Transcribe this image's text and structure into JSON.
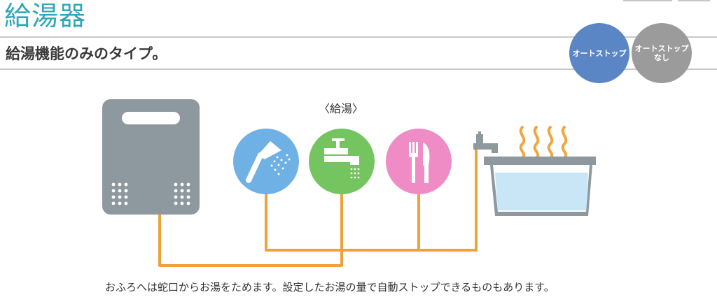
{
  "header": {
    "title": "給湯器",
    "subtitle": "給湯機能のみのタイプ。"
  },
  "badges": {
    "auto_stop": "オートストップ",
    "no_auto_stop": "オートストップ\nなし"
  },
  "diagram": {
    "supply_label": "〈給湯〉",
    "caption": "おふろへは蛇口からお湯をためます。設定したお湯の量で自動ストップできるものもあります。",
    "icons": [
      "water-heater-icon",
      "shower-icon",
      "faucet-icon",
      "cutlery-icon",
      "bath-tap-icon",
      "bathtub-icon",
      "steam-icon"
    ],
    "colors": {
      "title": "#2ea7b9",
      "pipe": "#eea33a",
      "heater": "#8d999f",
      "shower_circle": "#6fb1e4",
      "faucet_circle": "#74c45f",
      "cutlery_circle": "#ef8cc5",
      "bath_water": "#c8e6f5",
      "steam": "#f0a640",
      "badge_auto_stop": "#5a86c5",
      "badge_no_auto_stop": "#9b9b9b"
    }
  }
}
